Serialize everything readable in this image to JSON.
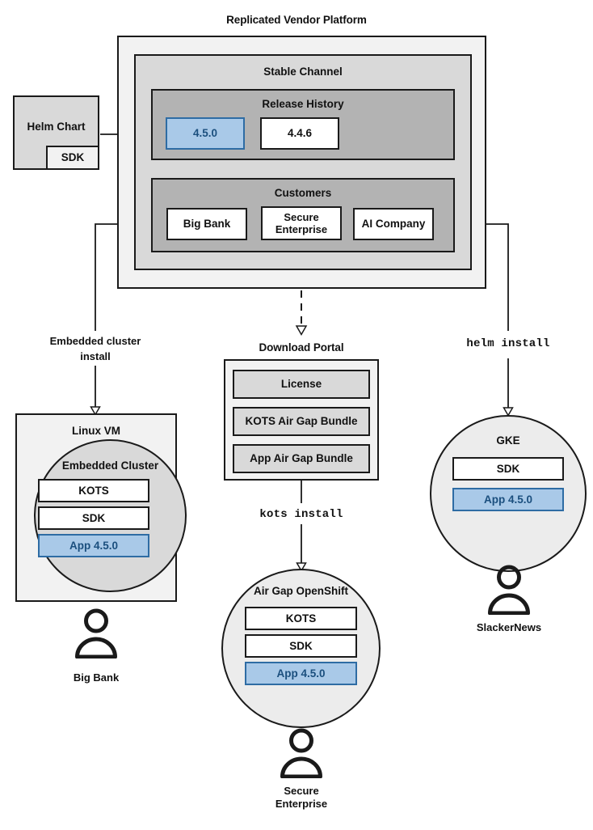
{
  "diagram": {
    "title": "Replicated Vendor Platform",
    "colors": {
      "accent_blue_fill": "#a9c9e8",
      "accent_blue_border": "#2e6ca4",
      "accent_blue_text": "#1b4f7e",
      "outer_fill": "#f2f2f2",
      "channel_fill": "#d9d9d9",
      "release_fill": "#b3b3b3",
      "stroke": "#1a1a1a"
    }
  },
  "helm_chart": {
    "label": "Helm Chart",
    "sdk_label": "SDK"
  },
  "platform": {
    "title": "Replicated Vendor Platform",
    "channel": {
      "title": "Stable Channel",
      "release_history": {
        "title": "Release History",
        "releases": [
          {
            "version": "4.5.0",
            "highlighted": true
          },
          {
            "version": "4.4.6",
            "highlighted": false
          }
        ]
      },
      "customers": {
        "title": "Customers",
        "items": [
          {
            "name": "Big Bank"
          },
          {
            "name": "Secure\nEnterprise",
            "line1": "Secure",
            "line2": "Enterprise"
          },
          {
            "name": "AI Company"
          }
        ]
      }
    }
  },
  "edges": [
    {
      "id": "embedded-cluster-install",
      "label_line1": "Embedded cluster",
      "label_line2": "install",
      "style": "solid",
      "mono": false
    },
    {
      "id": "download-portal-link",
      "label_line1": "",
      "label_line2": "",
      "style": "dashed",
      "mono": false
    },
    {
      "id": "helm-install",
      "label_line1": "helm install",
      "label_line2": "",
      "style": "solid",
      "mono": true
    },
    {
      "id": "kots-install",
      "label_line1": "kots install",
      "label_line2": "",
      "style": "solid",
      "mono": true
    }
  ],
  "download_portal": {
    "title": "Download Portal",
    "items": [
      {
        "label": "License"
      },
      {
        "label": "KOTS Air Gap Bundle"
      },
      {
        "label": "App Air Gap Bundle"
      }
    ]
  },
  "targets": [
    {
      "id": "linux-vm",
      "shape": "rect",
      "title": "Linux VM",
      "inner_title": "Embedded Cluster",
      "components": [
        {
          "label": "KOTS",
          "highlighted": false
        },
        {
          "label": "SDK",
          "highlighted": false
        },
        {
          "label": "App 4.5.0",
          "highlighted": true
        }
      ],
      "persona": {
        "line1": "Big Bank",
        "line2": ""
      }
    },
    {
      "id": "air-gap-openshift",
      "shape": "circle",
      "title": "Air Gap OpenShift",
      "inner_title": "",
      "components": [
        {
          "label": "KOTS",
          "highlighted": false
        },
        {
          "label": "SDK",
          "highlighted": false
        },
        {
          "label": "App 4.5.0",
          "highlighted": true
        }
      ],
      "persona": {
        "line1": "Secure",
        "line2": "Enterprise"
      }
    },
    {
      "id": "gke",
      "shape": "circle",
      "title": "GKE",
      "inner_title": "",
      "components": [
        {
          "label": "SDK",
          "highlighted": false
        },
        {
          "label": "App 4.5.0",
          "highlighted": true
        }
      ],
      "persona": {
        "line1": "SlackerNews",
        "line2": ""
      }
    }
  ]
}
